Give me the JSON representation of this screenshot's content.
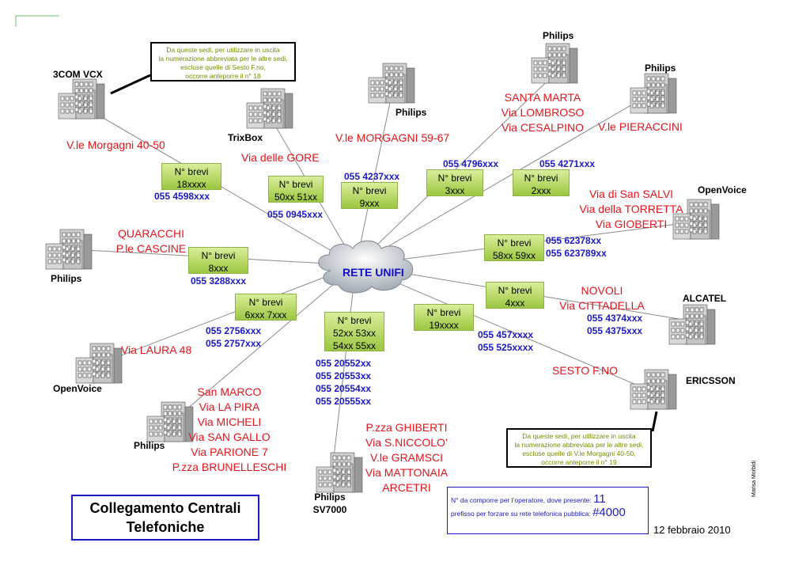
{
  "center": {
    "label": "RETE UNIFI"
  },
  "vendors": {
    "3com": "3COM VCX",
    "trixbox": "TrixBox",
    "philips_center": "Philips",
    "philips_top": "Philips",
    "philips_right": "Philips",
    "openvoice_right": "OpenVoice",
    "philips_left": "Philips",
    "alcatel": "ALCATEL",
    "ericsson": "ERICSSON",
    "openvoice_left": "OpenVoice",
    "philips_bottom_left": "Philips",
    "philips_sv_1": "Philips",
    "philips_sv_2": "SV7000"
  },
  "boxes": {
    "b1": [
      "N° brevi",
      "18xxxx"
    ],
    "b2": [
      "N° brevi",
      "50xx 51xx"
    ],
    "b3": [
      "N° brevi",
      "9xxx"
    ],
    "b4": [
      "N° brevi",
      "3xxx"
    ],
    "b5": [
      "N° brevi",
      "2xxx"
    ],
    "b6": [
      "N° brevi",
      "8xxx"
    ],
    "b7": [
      "N° brevi",
      "58xx 59xx"
    ],
    "b8": [
      "N° brevi",
      "4xxx"
    ],
    "b9": [
      "N° brevi",
      "6xxx 7xxx"
    ],
    "b10": [
      "N° brevi",
      "52xx 53xx",
      "54xx 55xx"
    ],
    "b11": [
      "N° brevi",
      "19xxxx"
    ]
  },
  "numbers": {
    "n1": "055 4598xxx",
    "n2": "055 0945xxx",
    "n3": "055 4237xxx",
    "n4": "055 4796xxx",
    "n5": "055 4271xxx",
    "n6": "055 3288xxx",
    "n7": [
      "055 62378xx",
      "055 623789xx"
    ],
    "n8": [
      "055 4374xxx",
      "055 4375xxx"
    ],
    "n9": [
      "055 2756xxx",
      "055 2757xxx"
    ],
    "n10": [
      "055 20552xx",
      "055 20553xx",
      "055 20554xx",
      "055 20555xx"
    ],
    "n11": [
      "055 457xxxx",
      "055 525xxxx"
    ]
  },
  "addresses": {
    "a1": [
      "V.le Morgagni 40-50"
    ],
    "a2": [
      "Via delle GORE"
    ],
    "a3": [
      "V.le MORGAGNI 59-67"
    ],
    "a4": [
      "SANTA MARTA",
      "Via LOMBROSO",
      "Via CESALPINO"
    ],
    "a5": [
      "V.le PIERACCINI"
    ],
    "a6": [
      "QUARACCHI",
      "P.le CASCINE"
    ],
    "a7": [
      "Via di San SALVI",
      "Via della TORRETTA",
      "Via GIOBERTI"
    ],
    "a8": [
      "NOVOLI",
      "Via CITTADELLA"
    ],
    "a9": [
      "Via LAURA 48"
    ],
    "a10": [
      "SESTO F.NO"
    ],
    "a11": [
      "San MARCO",
      "Via LA PIRA",
      "Via MICHELI",
      "Via SAN GALLO",
      "Via PARIONE 7",
      "P.zza BRUNELLESCHI"
    ],
    "a12": [
      "P.zza GHIBERTI",
      "Via S.NICCOLO’",
      "V.le GRAMSCI",
      "Via MATTONAIA",
      "ARCETRI"
    ]
  },
  "notes": {
    "top": [
      "Da queste sedi, per utilizzare in uscita",
      "la numerazione abbreviata per le altre sedi,",
      "escluse quelle di Sesto F.no,",
      "occorre anteporre il n° 18"
    ],
    "bottom": [
      "Da queste sedi, per utilizzare in uscita",
      "la numerazione abbreviata per le altre sedi,",
      "escluse quelle di V.le Morgagni 40-50,",
      "occorre anteporre il n° 19"
    ]
  },
  "title": [
    "Collegamento Centrali",
    "Telefoniche"
  ],
  "legend": {
    "line1_text": "N° da comporre per l’operatore, dove presente:",
    "line1_value": "11",
    "line2_text": "prefisso per forzare su rete telefonica pubblica:",
    "line2_value": "#4000"
  },
  "date": "12 febbraio 2010",
  "author": "Marisa Morbidi"
}
